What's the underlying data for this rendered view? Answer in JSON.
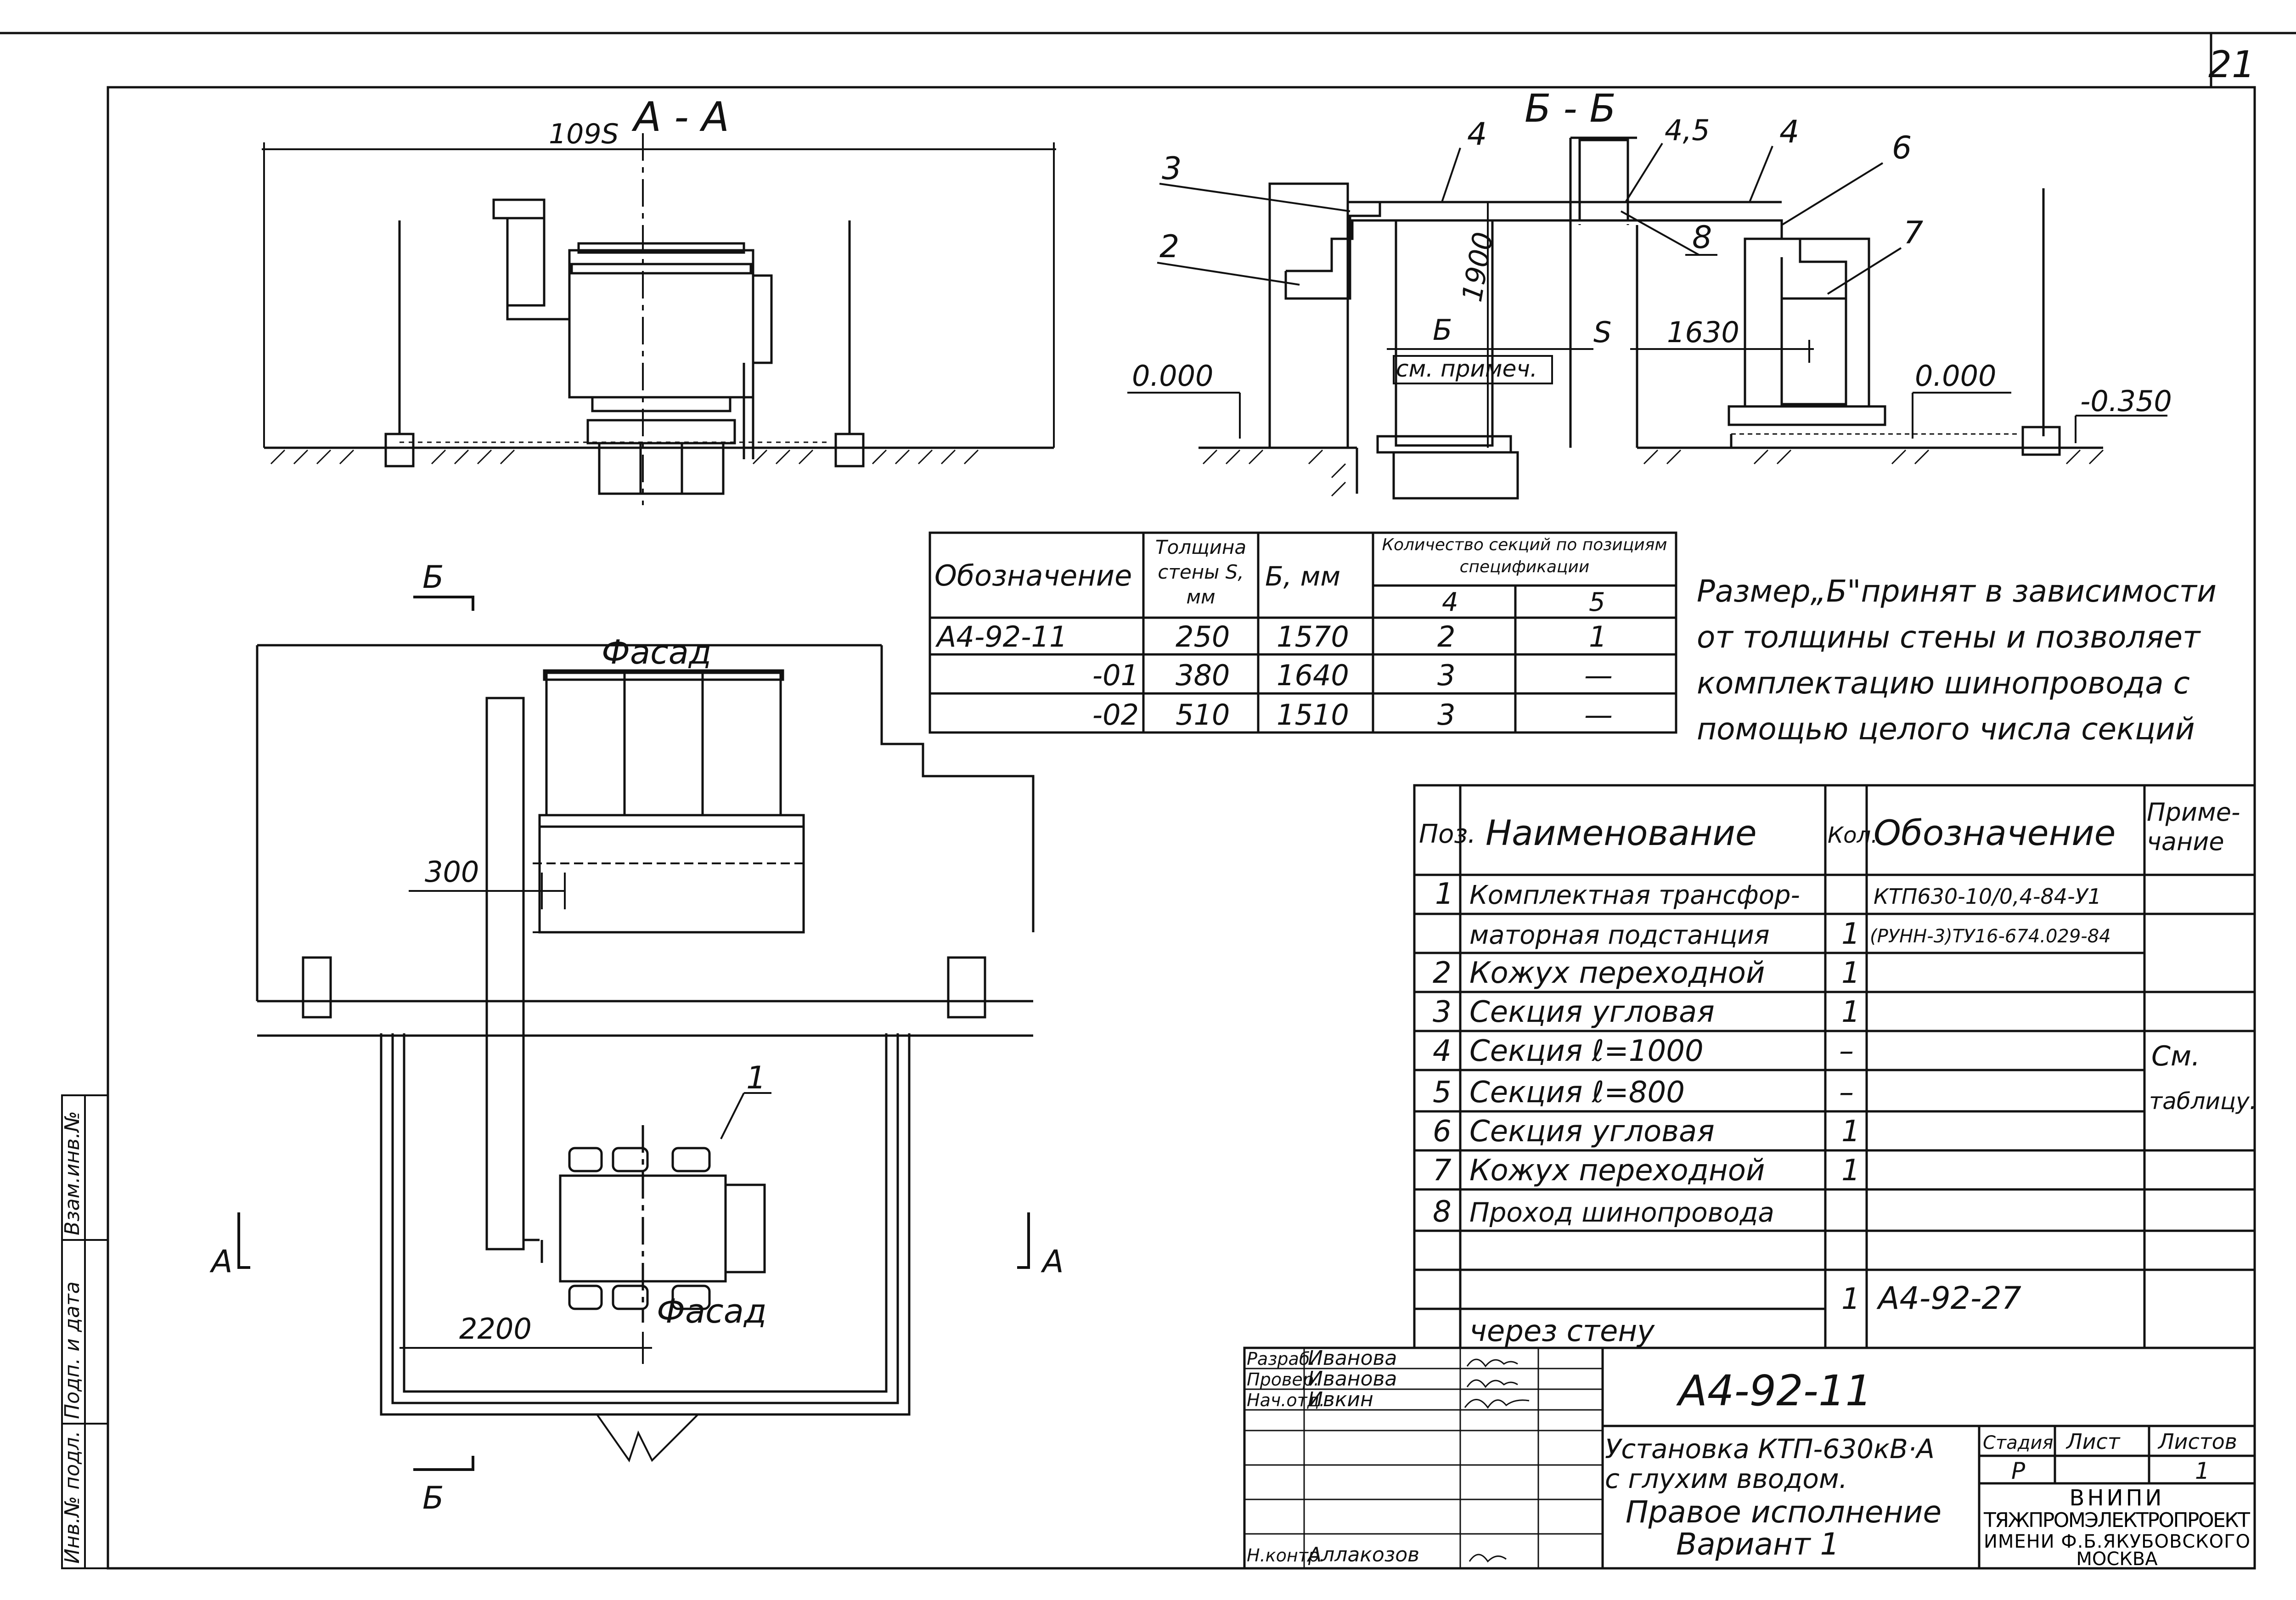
{
  "sheet": {
    "number": "21"
  },
  "section_aa": {
    "title": "A - A",
    "dim_offset": "109S"
  },
  "section_bb": {
    "title": "Б - Б",
    "callouts": [
      "3",
      "4",
      "4,5",
      "4",
      "6",
      "2",
      "8",
      "7"
    ],
    "dim_height": "1900",
    "dim_b": "Б",
    "dim_b_note": "см. примеч.",
    "dim_s": "S",
    "dim_1630": "1630",
    "level_left": "0.000",
    "level_right": "0.000",
    "level_low": "-0.350"
  },
  "plan": {
    "facade_top": "Фасад",
    "facade_bottom": "Фасад",
    "dim_300": "300",
    "dim_2200": "2200",
    "pos_1": "1",
    "cut_b_top": "Б",
    "cut_b_bottom": "Б",
    "cut_a_left": "А",
    "cut_a_right": "А"
  },
  "variant_table": {
    "headers": {
      "designation": "Обозначение",
      "wall": "Толщина стены S, мм",
      "b": "Б, мм",
      "sections": "Количество секций по позициям спецификации",
      "pos4": "4",
      "pos5": "5"
    },
    "rows": [
      {
        "designation": "А4-92-11",
        "wall": "250",
        "b": "1570",
        "pos4": "2",
        "pos5": "1"
      },
      {
        "designation": "-01",
        "wall": "380",
        "b": "1640",
        "pos4": "3",
        "pos5": "—"
      },
      {
        "designation": "-02",
        "wall": "510",
        "b": "1510",
        "pos4": "3",
        "pos5": "—"
      }
    ]
  },
  "note": {
    "lines": [
      "Размер„Б\"принят в зависимости",
      "от толщины стены и позволяет",
      "комплектацию шинопровода с",
      "помощью целого числа секций"
    ]
  },
  "spec_table": {
    "headers": {
      "pos": "Поз.",
      "name": "Наименование",
      "qty": "Кол.",
      "designation": "Обозначение",
      "note": "Приме-чание"
    },
    "rows": [
      {
        "pos": "1",
        "name": "Комплектная трансфор-",
        "qty": "",
        "designation": "КТП630-10/0,4-84-У1",
        "note": ""
      },
      {
        "pos": "",
        "name": "маторная подстанция",
        "qty": "1",
        "designation": "(РУНН-3)ТУ16-674.029-84",
        "note": ""
      },
      {
        "pos": "2",
        "name": "Кожух переходной",
        "qty": "1",
        "designation": "",
        "note": ""
      },
      {
        "pos": "3",
        "name": "Секция угловая",
        "qty": "1",
        "designation": "",
        "note": ""
      },
      {
        "pos": "4",
        "name": "Секция ℓ=1000",
        "qty": "–",
        "designation": "",
        "note": "См."
      },
      {
        "pos": "5",
        "name": "Секция ℓ=800",
        "qty": "–",
        "designation": "",
        "note": "таблицу."
      },
      {
        "pos": "6",
        "name": "Секция угловая",
        "qty": "1",
        "designation": "",
        "note": ""
      },
      {
        "pos": "7",
        "name": "Кожух переходной",
        "qty": "1",
        "designation": "",
        "note": ""
      },
      {
        "pos": "8",
        "name": "Проход шинопровода",
        "qty": "",
        "designation": "",
        "note": ""
      },
      {
        "pos": "",
        "name": "через стену",
        "qty": "1",
        "designation": "А4-92-27",
        "note": ""
      }
    ]
  },
  "title_block": {
    "doc_number": "А4-92-11",
    "title_lines": [
      "Установка КТП-630кВ·А",
      "с глухим вводом.",
      "Правое исполнение",
      "Вариант 1"
    ],
    "roles": [
      {
        "role": "Разраб.",
        "name": "Иванова"
      },
      {
        "role": "Провер.",
        "name": "Иванова"
      },
      {
        "role": "Нач.отд.",
        "name": "Ивкин"
      },
      {
        "role": "Н.контр.",
        "name": "Аллакозов"
      }
    ],
    "stage_label": "Стадия",
    "sheet_label": "Лист",
    "sheets_label": "Листов",
    "stage": "Р",
    "sheet": "",
    "sheets": "1",
    "org_lines": [
      "ВНИПИ",
      "ТЯЖПРОМЭЛЕКТРОПРОЕКТ",
      "ИМЕНИ Ф.Б.ЯКУБОВСКОГО",
      "МОСКВА"
    ]
  },
  "margin_stamp": [
    "Инв.№ подл.",
    "Подп. и дата",
    "Взам.инв.№"
  ]
}
